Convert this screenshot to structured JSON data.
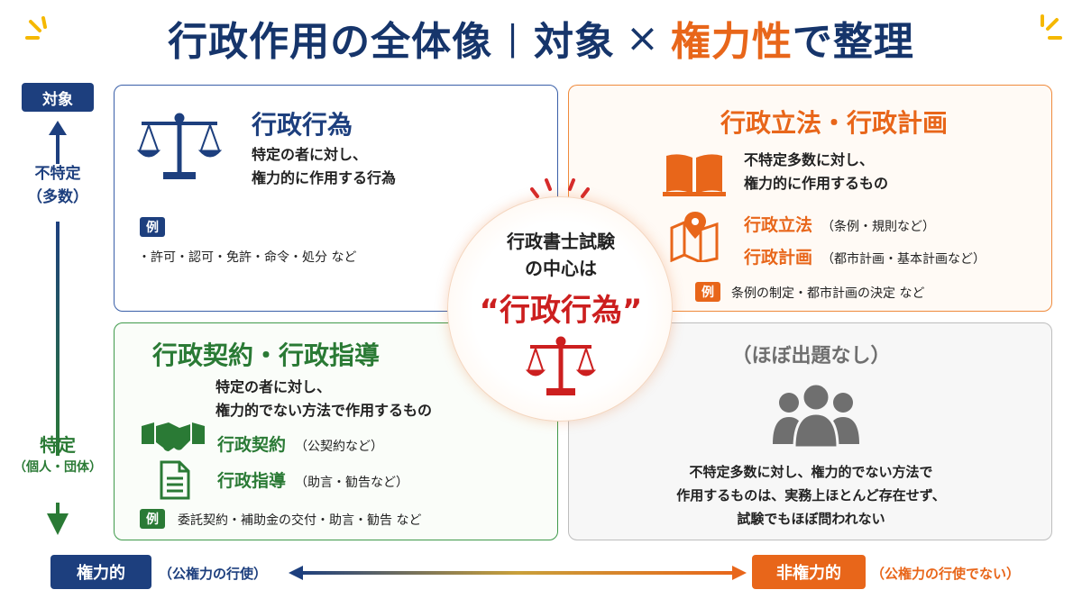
{
  "title": {
    "part1": "行政作用の全体像",
    "separator": "|",
    "part2": "対象",
    "times": "×",
    "part3": "権力性",
    "part4": "で整理"
  },
  "left_axis": {
    "top_badge": "対象",
    "top_label_line1": "不特定",
    "top_label_line2": "（多数）",
    "bottom_label_line1": "特定",
    "bottom_label_line2": "（個人・団体）"
  },
  "bottom_axis": {
    "left_badge": "権力的",
    "left_note": "（公権力の行使）",
    "right_badge": "非権力的",
    "right_note": "（公権力の行使でない）"
  },
  "quadrants": {
    "top_left": {
      "icon": "scales-icon",
      "heading": "行政行為",
      "desc_line1": "特定の者に対し、",
      "desc_line2": "権力的に作用する行為",
      "example_badge": "例",
      "example_text": "・許可・認可・免許・命令・処分 など"
    },
    "top_right": {
      "icon": "book-icon",
      "heading": "行政立法・行政計画",
      "desc_line1": "不特定多数に対し、",
      "desc_line2": "権力的に作用するもの",
      "map_icon": "map-pin-icon",
      "item1_title": "行政立法",
      "item1_note": "（条例・規則など）",
      "item2_title": "行政計画",
      "item2_note": "（都市計画・基本計画など）",
      "example_badge": "例",
      "example_text": "条例の制定・都市計画の決定 など"
    },
    "bottom_left": {
      "icon": "handshake-icon",
      "heading": "行政契約・行政指導",
      "desc_line1": "特定の者に対し、",
      "desc_line2": "権力的でない方法で作用するもの",
      "item1_title": "行政契約",
      "item1_note": "（公契約など）",
      "doc_icon": "document-icon",
      "item2_title": "行政指導",
      "item2_note": "（助言・勧告など）",
      "example_badge": "例",
      "example_text": "委託契約・補助金の交付・助言・勧告 など"
    },
    "bottom_right": {
      "icon": "people-icon",
      "heading": "（ほぼ出題なし）",
      "desc_line1": "不特定多数に対し、権力的でない方法で",
      "desc_line2": "作用するものは、実務上ほとんど存在せず、",
      "desc_line3": "試験でもほぼ問われない"
    }
  },
  "center": {
    "line1": "行政書士試験",
    "line2": "の中心は",
    "highlight": "“行政行為”",
    "icon": "scales-icon"
  },
  "colors": {
    "navy": "#1d3f7e",
    "orange": "#e8661a",
    "green": "#2a7a35",
    "red": "#cc1f1f",
    "gray": "#6f6f6f"
  }
}
